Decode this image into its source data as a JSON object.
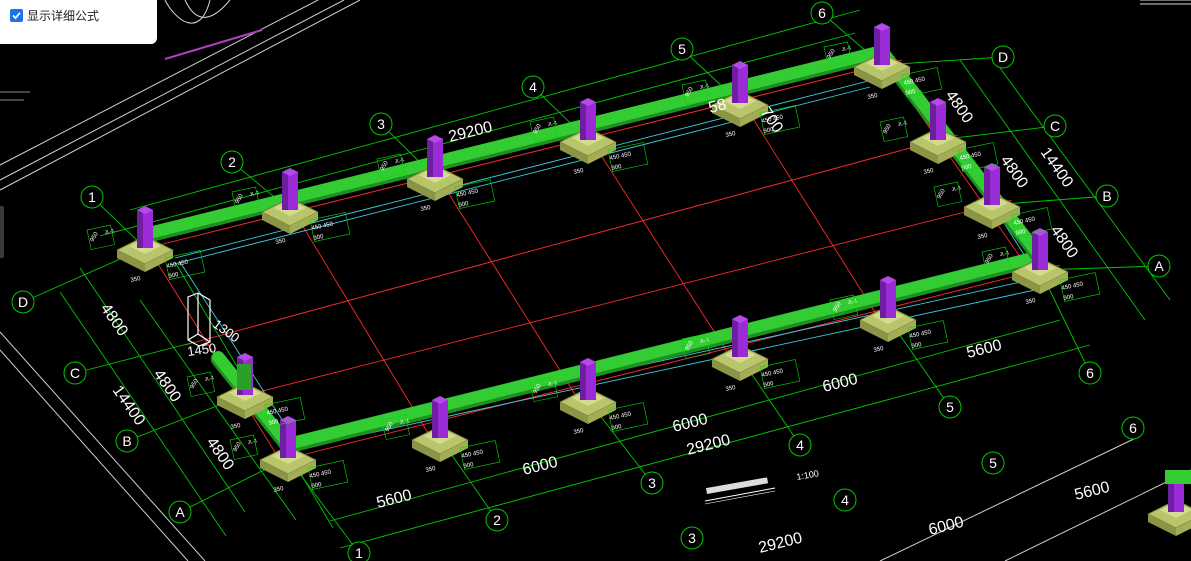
{
  "formula_option": {
    "label": "显示详细公式",
    "checked": true
  },
  "grid": {
    "column_labels": [
      "1",
      "2",
      "3",
      "4",
      "5",
      "6"
    ],
    "row_labels": [
      "A",
      "B",
      "C",
      "D"
    ],
    "total_length": "29200",
    "total_width": "14400",
    "spans": [
      "5600",
      "6000",
      "6000",
      "6000",
      "5600"
    ],
    "row_spans": [
      "4800",
      "4800",
      "4800"
    ]
  },
  "labels": {
    "scale": "1:100",
    "pit_dim_1": "1300",
    "pit_dim_2": "1450",
    "partial_dim": "58",
    "partial_dim_2": "700",
    "beam_tag": "JL-1",
    "pad_width": "950",
    "pad_half": "450",
    "pad_offset": "350",
    "pad_span": "900"
  },
  "colors": {
    "background": "#000000",
    "grid_line": "#ff2a2a",
    "axis_line": "#00c800",
    "beam": "#33cc33",
    "column": "#9a2bd6",
    "footing": "#b9c56a",
    "dimension": "#00e000",
    "text": "#ffffff",
    "checkbox": "#1a73e8"
  }
}
